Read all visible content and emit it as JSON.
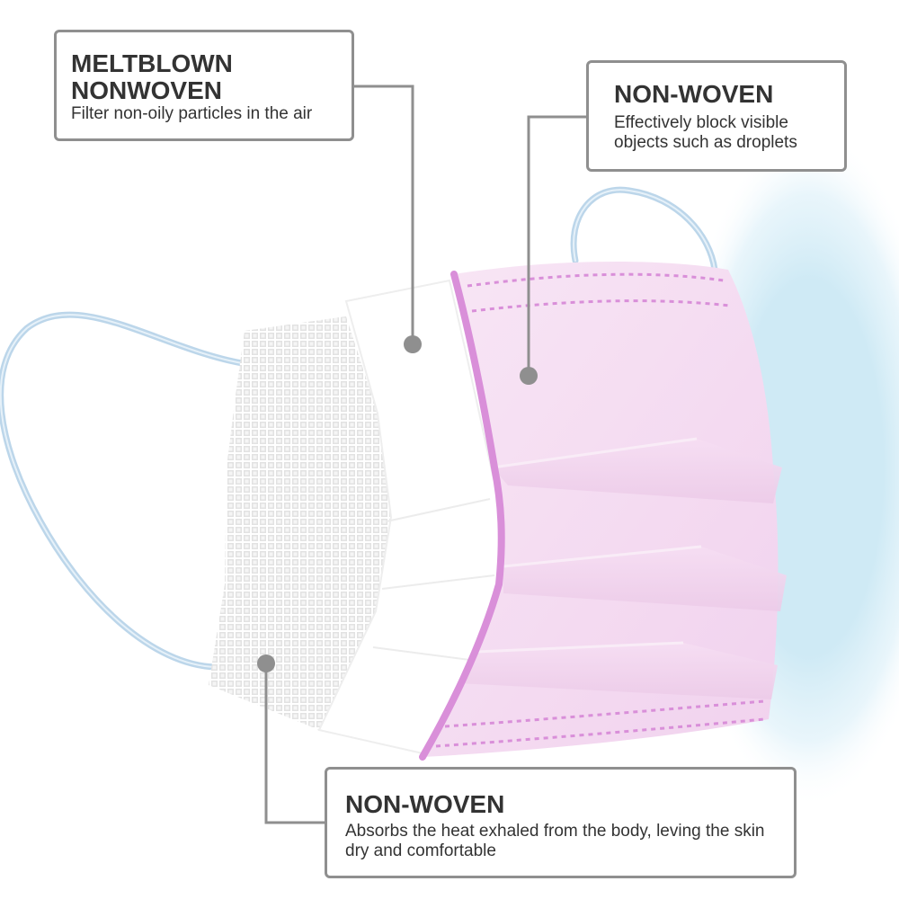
{
  "callouts": {
    "top_left": {
      "title": "MELTBLOWN\nNONWOVEN",
      "description": "Filter non-oily particles in the air"
    },
    "top_right": {
      "title": "NON-WOVEN",
      "description": "Effectively block visible objects such as droplets"
    },
    "bottom": {
      "title": "NON-WOVEN",
      "description": "Absorbs the heat exhaled from the body, leving the skin dry and comfortable"
    }
  },
  "colors": {
    "leader_line": "#8f8f8f",
    "box_border": "#8f8f8f",
    "text": "#333333",
    "outer_layer": "#f3dcf0",
    "outer_layer_edge": "#d98fd9",
    "middle_layer": "#ffffff",
    "inner_layer": "#f2f2f2",
    "ear_loop": "#bcd6ea",
    "glow": "#cfeaf5"
  }
}
